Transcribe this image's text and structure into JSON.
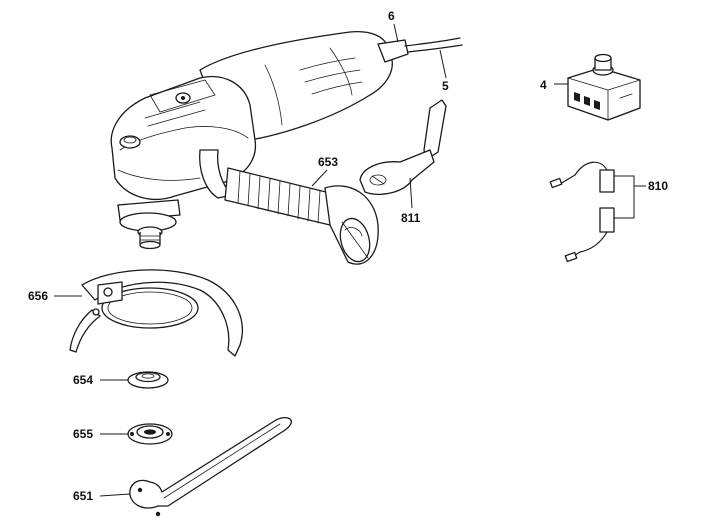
{
  "diagram": {
    "parts": [
      {
        "id": "angle-grinder",
        "callout": "6"
      },
      {
        "id": "power-cord",
        "callout": "5"
      },
      {
        "id": "switch",
        "callout": "4"
      },
      {
        "id": "carbon-brushes",
        "callout": "810"
      },
      {
        "id": "auxiliary-handle",
        "callout": "653"
      },
      {
        "id": "spindle-lock",
        "callout": "811"
      },
      {
        "id": "guard",
        "callout": "656"
      },
      {
        "id": "mounting-flange",
        "callout": "654"
      },
      {
        "id": "clamping-nut",
        "callout": "655"
      },
      {
        "id": "two-pin-spanner",
        "callout": "651"
      }
    ]
  }
}
